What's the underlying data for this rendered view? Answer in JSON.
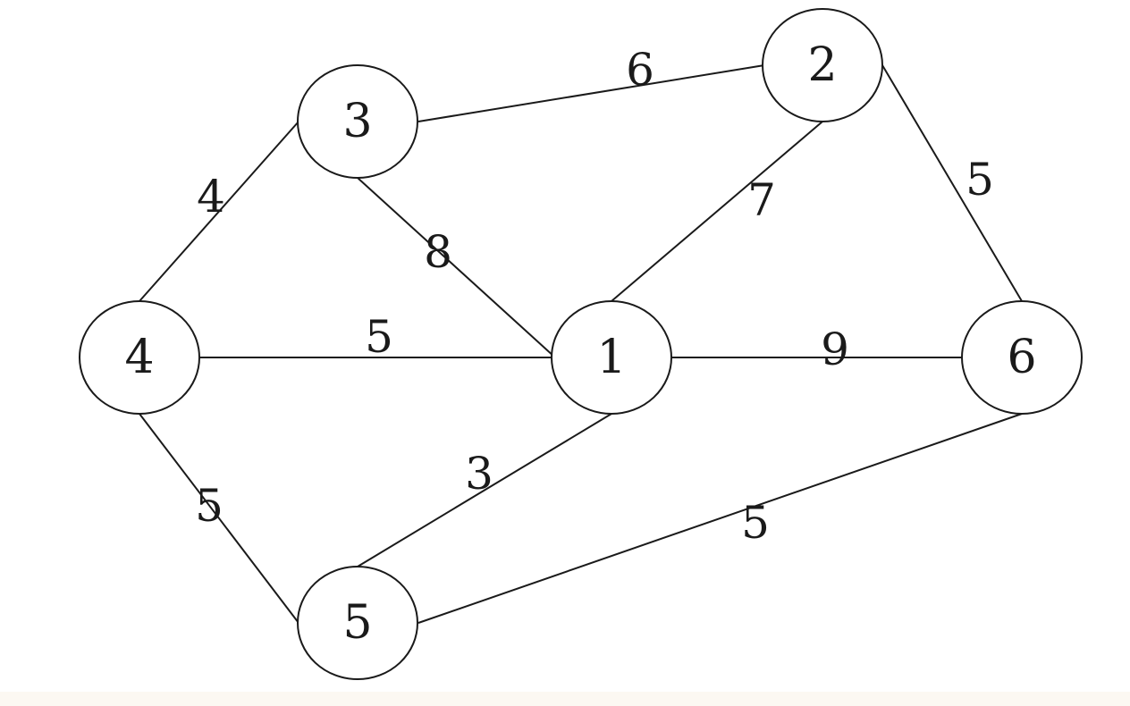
{
  "graph": {
    "nodes": [
      {
        "id": "1",
        "label": "1"
      },
      {
        "id": "2",
        "label": "2"
      },
      {
        "id": "3",
        "label": "3"
      },
      {
        "id": "4",
        "label": "4"
      },
      {
        "id": "5",
        "label": "5"
      },
      {
        "id": "6",
        "label": "6"
      }
    ],
    "edges": [
      {
        "from": "3",
        "to": "2",
        "weight": "6"
      },
      {
        "from": "4",
        "to": "3",
        "weight": "4"
      },
      {
        "from": "3",
        "to": "1",
        "weight": "8"
      },
      {
        "from": "1",
        "to": "2",
        "weight": "7"
      },
      {
        "from": "2",
        "to": "6",
        "weight": "5"
      },
      {
        "from": "4",
        "to": "1",
        "weight": "5"
      },
      {
        "from": "1",
        "to": "6",
        "weight": "9"
      },
      {
        "from": "4",
        "to": "5",
        "weight": "5"
      },
      {
        "from": "5",
        "to": "1",
        "weight": "3"
      },
      {
        "from": "5",
        "to": "6",
        "weight": "5"
      }
    ]
  }
}
